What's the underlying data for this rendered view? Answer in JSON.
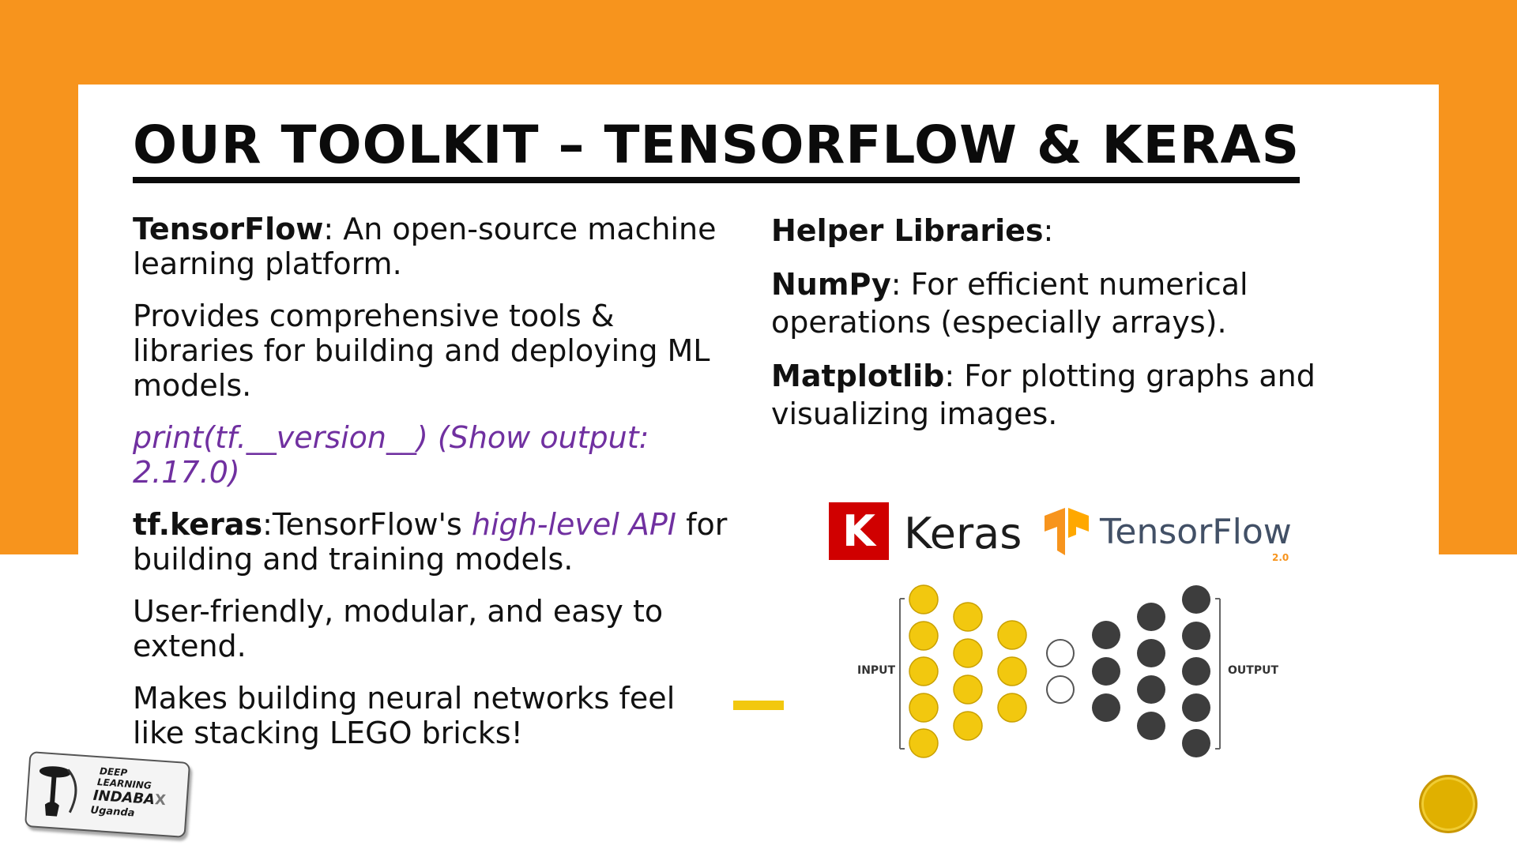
{
  "slide": {
    "title": "OUR TOOLKIT – TENSORFLOW & KERAS",
    "left_column": [
      {
        "bold": "TensorFlow",
        "rest": ": An open-source machine learning platform."
      },
      {
        "text": "Provides comprehensive tools & libraries for building and deploying ML models."
      },
      {
        "code": "print(tf.__version__) (Show output: 2.17.0)"
      },
      {
        "bold": "tf.keras",
        "colon": ":",
        "pre": "TensorFlow's ",
        "italic": "high-level API",
        "post": " for building and training models."
      },
      {
        "text": "User-friendly, modular, and easy to extend."
      },
      {
        "text": "Makes building neural networks feel like stacking LEGO bricks!"
      }
    ],
    "right_column": {
      "heading_bold": "Helper Libraries",
      "heading_colon": ":",
      "items": [
        {
          "bold": "NumPy",
          "rest": ": For efficient numerical operations (especially arrays)."
        },
        {
          "bold": "Matplotlib",
          "rest": ": For plotting graphs and visualizing images."
        }
      ]
    }
  },
  "logos": {
    "keras_letter": "K",
    "keras_word": "Keras",
    "tensorflow_word": "TensorFlow",
    "tensorflow_version": "2.0",
    "network_input_label": "INPUT",
    "network_output_label": "OUTPUT",
    "indaba_line1": "DEEP",
    "indaba_line2": "LEARNING",
    "indaba_line3": "INDABA",
    "indaba_x": "X",
    "indaba_line4": "Uganda"
  },
  "colors": {
    "orange": "#F7941D",
    "purple": "#7030A0",
    "yellow": "#F2C80F",
    "neuron_dark": "#3d3d3d",
    "keras_red": "#D00000"
  }
}
